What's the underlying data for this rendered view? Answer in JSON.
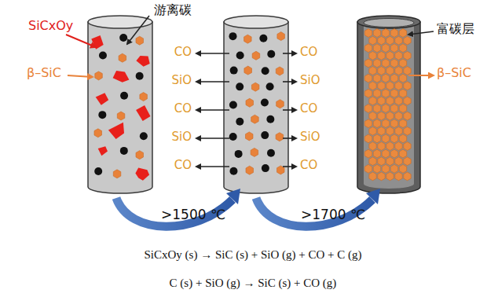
{
  "diagram": {
    "labels": [
      "游离碳",
      "SiCxOy",
      "β–SiC",
      "富碳层",
      "β–SiC",
      "CO",
      "SiO",
      "CO",
      "SiO",
      "CO",
      "CO",
      "SiO",
      "CO",
      "SiO",
      "CO",
      ">1500 ℃",
      ">1700 ℃",
      "SiCxOy (s) → SiC (s) + SiO (g) + CO + C (g)",
      "C (s) + SiO (g) → SiC (s) + CO (g)"
    ]
  }
}
